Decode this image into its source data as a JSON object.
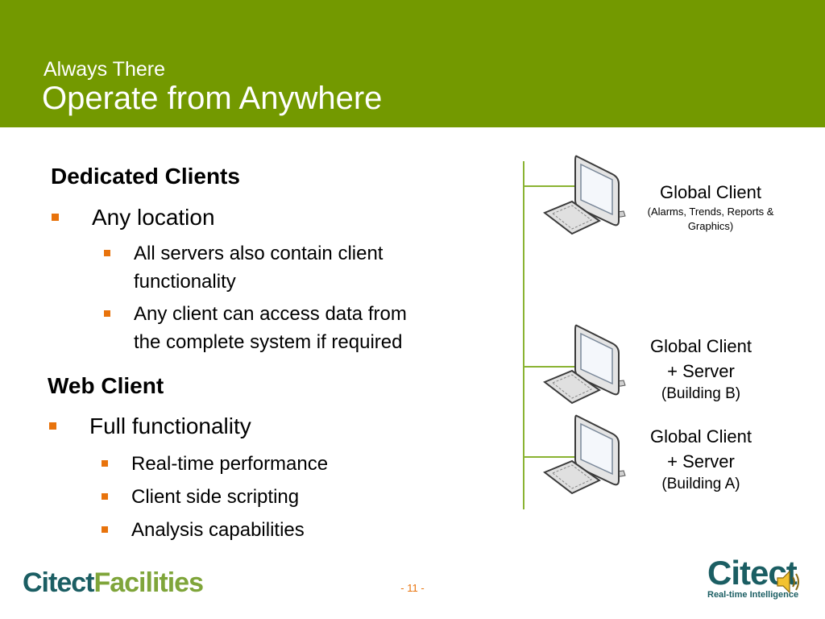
{
  "header": {
    "subtitle": "Always There",
    "title": "Operate from Anywhere",
    "color": "#739900"
  },
  "sections": [
    {
      "heading": "Dedicated Clients",
      "item": "Any location",
      "subitems": [
        [
          "All servers also contain client",
          "functionality"
        ],
        [
          "Any client can access data from",
          "the complete system if required"
        ]
      ]
    },
    {
      "heading": "Web Client",
      "item": "Full functionality",
      "subitems": [
        [
          "Real-time performance"
        ],
        [
          "Client side scripting"
        ],
        [
          "Analysis capabilities"
        ]
      ]
    }
  ],
  "diagram": {
    "clients": [
      {
        "line1": "Global Client",
        "line2": "(Alarms, Trends, Reports &",
        "line3": "Graphics)"
      },
      {
        "line1": "Global Client",
        "line2": "+ Server",
        "line3": "(Building B)"
      },
      {
        "line1": "Global Client",
        "line2": "+ Server",
        "line3": "(Building A)"
      }
    ],
    "line_color": "#8ab332"
  },
  "footer": {
    "logo_left_part1": "Citect",
    "logo_left_part2": "Facilities",
    "page_number": "- 11 -",
    "logo_right": "Citect",
    "logo_right_tagline": "Real-time Intelligence",
    "accent_color": "#e8730c",
    "brand_color": "#1b5e63"
  },
  "icons": [
    "computer-icon",
    "speaker-icon",
    "bullet-square-icon"
  ]
}
